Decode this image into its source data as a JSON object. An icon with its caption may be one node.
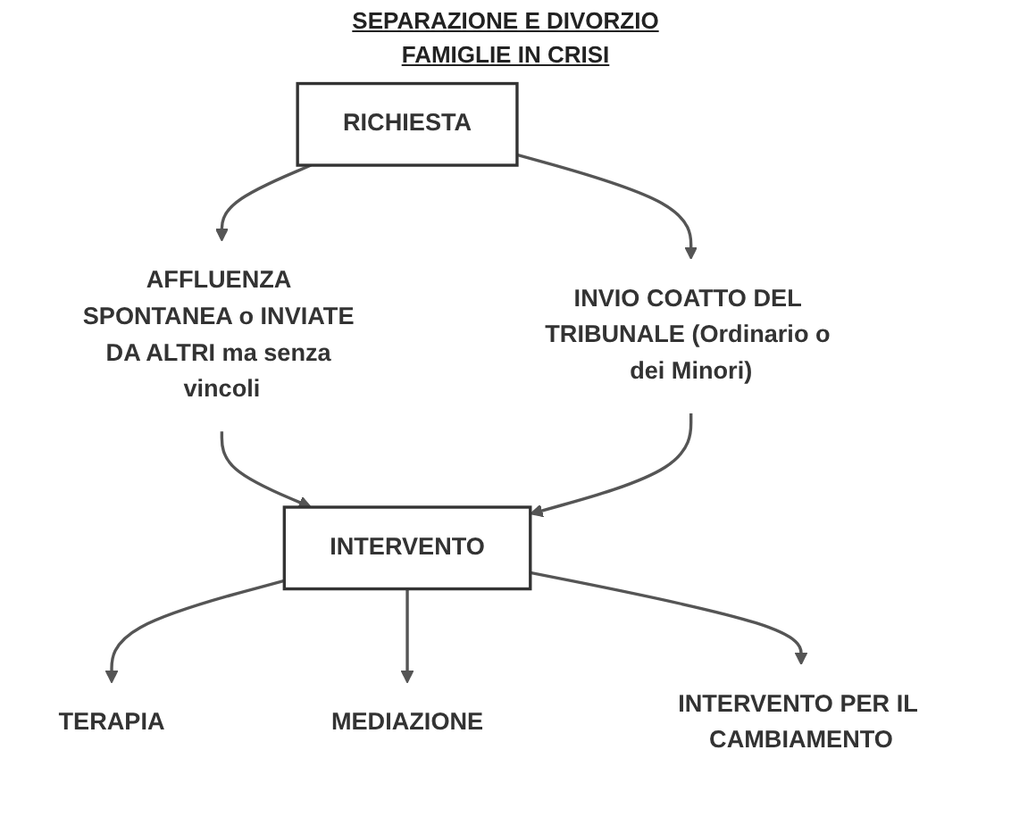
{
  "diagram": {
    "title": "SEPARAZIONE E DIVORZIO",
    "nodes": [
      {
        "text": [
          "RICHIESTA"
        ]
      },
      {
        "text": [
          "AFFLUENZA SPONTANEA o INVIATE DA ALTRI ma senza vincoli"
        ]
      },
      {
        "text": [
          "INVIO COATTO DEL TRIBUNALE (Ordinario o dei Minori)"
        ]
      },
      {
        "text": [
          "INTERVENTO"
        ]
      },
      {
        "text": [
          "TERAPIA"
        ]
      },
      {
        "text": [
          "MEDIAZIONE"
        ]
      },
      {
        "text": [
          "INTERVENTO PER IL CAMBIAMENTO"
        ]
      }
    ],
    "edges": [
      {
        "from": 0,
        "to": 1,
        "arrow": "to"
      },
      {
        "from": 0,
        "to": 2,
        "arrow": "to"
      },
      {
        "from": 1,
        "to": 3,
        "arrow": "to"
      },
      {
        "from": 2,
        "to": 3,
        "arrow": "to"
      },
      {
        "from": 3,
        "to": 4,
        "arrow": "to"
      },
      {
        "from": 3,
        "to": 5,
        "arrow": "to"
      },
      {
        "from": 3,
        "to": 6,
        "arrow": "to"
      }
    ],
    "labels": [
      "FAMIGLIE IN CRISI"
    ]
  }
}
